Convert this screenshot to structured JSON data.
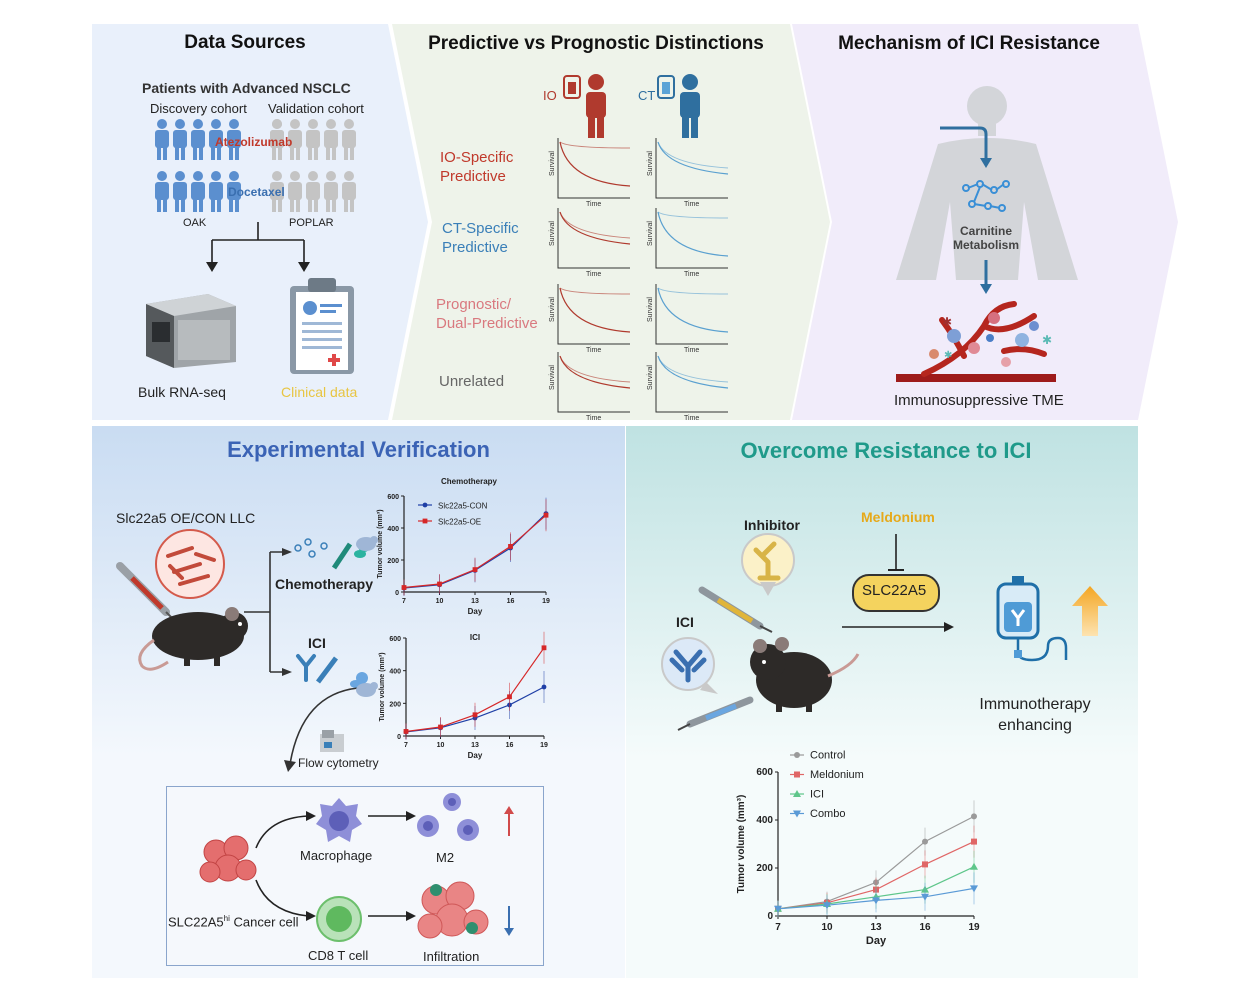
{
  "top": {
    "data_sources": {
      "title": "Data Sources",
      "subtitle": "Patients with Advanced NSCLC",
      "discovery": "Discovery cohort",
      "validation": "Validation cohort",
      "drug1": "Atezolizumab",
      "drug2": "Docetaxel",
      "oak": "OAK",
      "poplar": "POPLAR",
      "bulk": "Bulk RNA-seq",
      "clinical": "Clinical data"
    },
    "predictive": {
      "title": "Predictive vs Prognostic Distinctions",
      "io": "IO",
      "ct": "CT",
      "rows": [
        {
          "label1": "IO-Specific",
          "label2": "Predictive",
          "color": "#c0392b"
        },
        {
          "label1": "CT-Specific",
          "label2": "Predictive",
          "color": "#3a7fb8"
        },
        {
          "label1": "Prognostic/",
          "label2": "Dual-Predictive",
          "color": "#d9797f"
        },
        {
          "label1": "Unrelated",
          "label2": "",
          "color": "#666666"
        }
      ],
      "axis_y": "Survival",
      "axis_x": "Time"
    },
    "mechanism": {
      "title": "Mechanism of ICI Resistance",
      "carnitine1": "Carnitine",
      "carnitine2": "Metabolism",
      "tme": "Immunosuppressive TME"
    }
  },
  "exp": {
    "title": "Experimental Verification",
    "model": "Slc22a5 OE/CON LLC",
    "chemo": "Chemotherapy",
    "ici": "ICI",
    "flow": "Flow cytometry",
    "macrophage": "Macrophage",
    "m2": "M2",
    "cd8": "CD8 T cell",
    "infiltration": "Infiltration",
    "cancer_pre": "SLC22A5",
    "cancer_sup": "hi",
    "cancer_post": " Cancer cell"
  },
  "overcome": {
    "title": "Overcome Resistance to ICI",
    "inhibitor": "Inhibitor",
    "meldonium": "Meldonium",
    "slc": "SLC22A5",
    "ici": "ICI",
    "immuno1": "Immunotherapy",
    "immuno2": "enhancing"
  },
  "colors": {
    "io_red": "#b03a2e",
    "ct_blue": "#2f6f9f",
    "exp_title": "#3b63b5",
    "overcome_title": "#1f9a8a",
    "meldonium": "#e6a91a"
  },
  "chart_data": [
    {
      "type": "line",
      "title": "Chemotherapy",
      "xlabel": "Day",
      "ylabel": "Tumor volume (mm³)",
      "x": [
        7,
        10,
        13,
        16,
        19
      ],
      "ylim": [
        0,
        600
      ],
      "yticks": [
        0,
        200,
        400,
        600
      ],
      "series": [
        {
          "name": "Slc22a5-CON",
          "color": "#1f3fa6",
          "marker": "circle",
          "values": [
            25,
            45,
            135,
            275,
            490
          ]
        },
        {
          "name": "Slc22a5-OE",
          "color": "#d62728",
          "marker": "square",
          "values": [
            28,
            50,
            140,
            285,
            480
          ]
        }
      ],
      "legend": "top-left"
    },
    {
      "type": "line",
      "title": "ICI",
      "xlabel": "Day",
      "ylabel": "Tumor volume (mm³)",
      "x": [
        7,
        10,
        13,
        16,
        19
      ],
      "ylim": [
        0,
        600
      ],
      "yticks": [
        0,
        200,
        400,
        600
      ],
      "series": [
        {
          "name": "Slc22a5-CON",
          "color": "#1f3fa6",
          "marker": "circle",
          "values": [
            25,
            50,
            110,
            190,
            300
          ]
        },
        {
          "name": "Slc22a5-OE",
          "color": "#d62728",
          "marker": "square",
          "values": [
            28,
            55,
            130,
            240,
            540
          ]
        }
      ]
    },
    {
      "type": "line",
      "title": "",
      "xlabel": "Day",
      "ylabel": "Tumor volume (mm³)",
      "x": [
        7,
        10,
        13,
        16,
        19
      ],
      "ylim": [
        0,
        600
      ],
      "yticks": [
        0,
        200,
        400,
        600
      ],
      "series": [
        {
          "name": "Control",
          "color": "#9a9a9a",
          "marker": "circle",
          "values": [
            30,
            60,
            140,
            310,
            415
          ]
        },
        {
          "name": "Meldonium",
          "color": "#e06666",
          "marker": "square",
          "values": [
            30,
            55,
            110,
            215,
            310
          ]
        },
        {
          "name": "ICI",
          "color": "#5ec68a",
          "marker": "triangle",
          "values": [
            30,
            50,
            80,
            110,
            205
          ]
        },
        {
          "name": "Combo",
          "color": "#5a9ad6",
          "marker": "triangle-down",
          "values": [
            30,
            45,
            65,
            80,
            115
          ]
        }
      ],
      "legend": "top-left"
    }
  ]
}
